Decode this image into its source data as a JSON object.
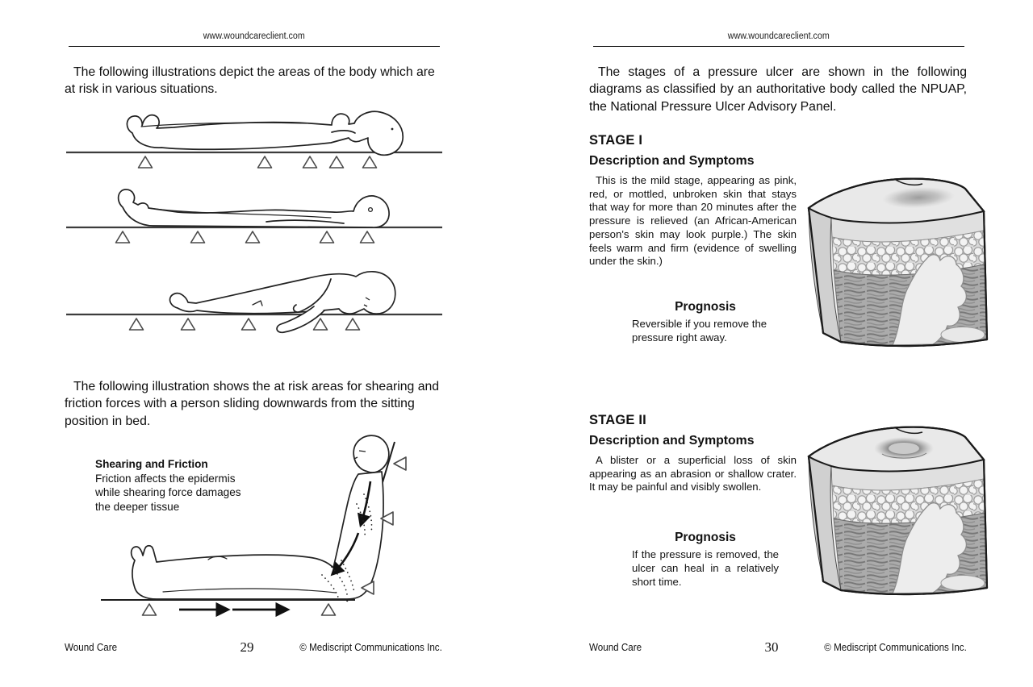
{
  "theme": {
    "page_bg": "#ffffff",
    "text": "#111111",
    "rule": "#000000",
    "figure_line": "#222222",
    "diagram_light": "#e9e9e9",
    "diagram_mid": "#cfcfcf",
    "diagram_muscle": "#ababab"
  },
  "left_page": {
    "header_url": "www.woundcareclient.com",
    "intro_1": "The following illustrations depict the areas of the body which are at risk in various situations.",
    "intro_2": "The following illustration shows the at risk areas for shearing and friction forces with a person sliding downwards from the sitting position in bed.",
    "shearing_caption": {
      "title": "Shearing and Friction",
      "body": "Friction affects the epidermis\nwhile shearing force damages\nthe deeper tissue"
    },
    "figures": {
      "supine": "person-lying-on-back-pressure-points",
      "prone": "person-lying-face-down-pressure-points",
      "side": "person-lying-on-side-pressure-points",
      "shearing": "person-sliding-down-from-sitting-position"
    },
    "footer": {
      "book_title": "Wound Care",
      "page_number": "29",
      "copyright": "© Mediscript Communications Inc."
    }
  },
  "right_page": {
    "header_url": "www.woundcareclient.com",
    "intro": "The stages of a pressure ulcer are shown in the following diagrams as classified by an authoritative body called the NPUAP, the National Pressure Ulcer Advisory Panel.",
    "stages": [
      {
        "title": "STAGE I",
        "subtitle": "Description and Symptoms",
        "body": "This is the mild stage, appearing as pink, red, or mottled, unbroken skin that stays that way for more than 20 minutes after the pressure is relieved (an African-American person's skin may look purple.)  The skin feels warm and firm (evidence of swelling under the skin.)",
        "prognosis_title": "Prognosis",
        "prognosis_body": "Reversible if you remove the pressure right away.",
        "figure": "skin-cross-section-stage-1-bruised-surface"
      },
      {
        "title": "STAGE II",
        "subtitle": "Description and Symptoms",
        "body": "A blister or a superficial loss of skin appearing as an abrasion or shallow crater. It may be painful and visibly swollen.",
        "prognosis_title": "Prognosis",
        "prognosis_body": "If the pressure is removed, the ulcer can heal in a relatively short time.",
        "figure": "skin-cross-section-stage-2-shallow-crater"
      }
    ],
    "footer": {
      "book_title": "Wound Care",
      "page_number": "30",
      "copyright": "© Mediscript Communications Inc."
    }
  }
}
